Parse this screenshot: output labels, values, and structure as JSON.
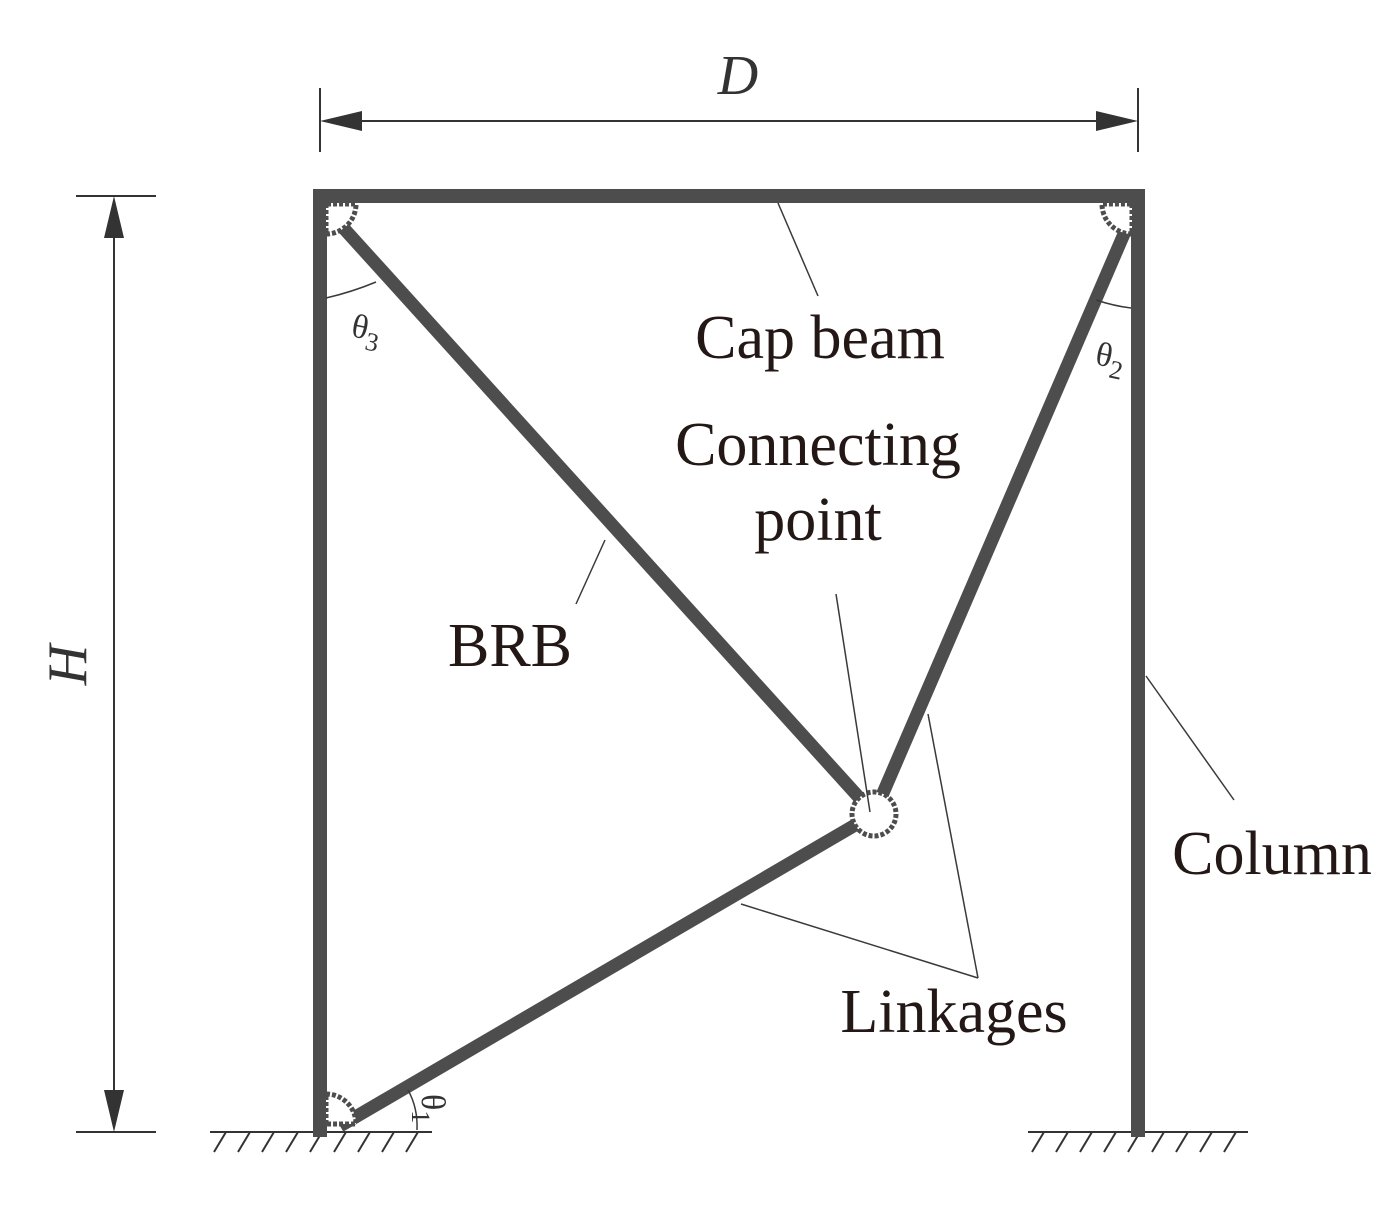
{
  "dimensions": {
    "width_symbol": "D",
    "height_symbol": "H"
  },
  "labels": {
    "cap_beam": "Cap beam",
    "connecting_point_line1": "Connecting",
    "connecting_point_line2": "point",
    "brb": "BRB",
    "column": "Column",
    "linkages": "Linkages"
  },
  "angles": {
    "theta1": {
      "symbol": "θ",
      "subscript": "1"
    },
    "theta2": {
      "symbol": "θ",
      "subscript": "2"
    },
    "theta3": {
      "symbol": "θ",
      "subscript": "3"
    }
  },
  "colors": {
    "members": "#4d4d4d",
    "text": "#231815",
    "background": "#ffffff"
  }
}
